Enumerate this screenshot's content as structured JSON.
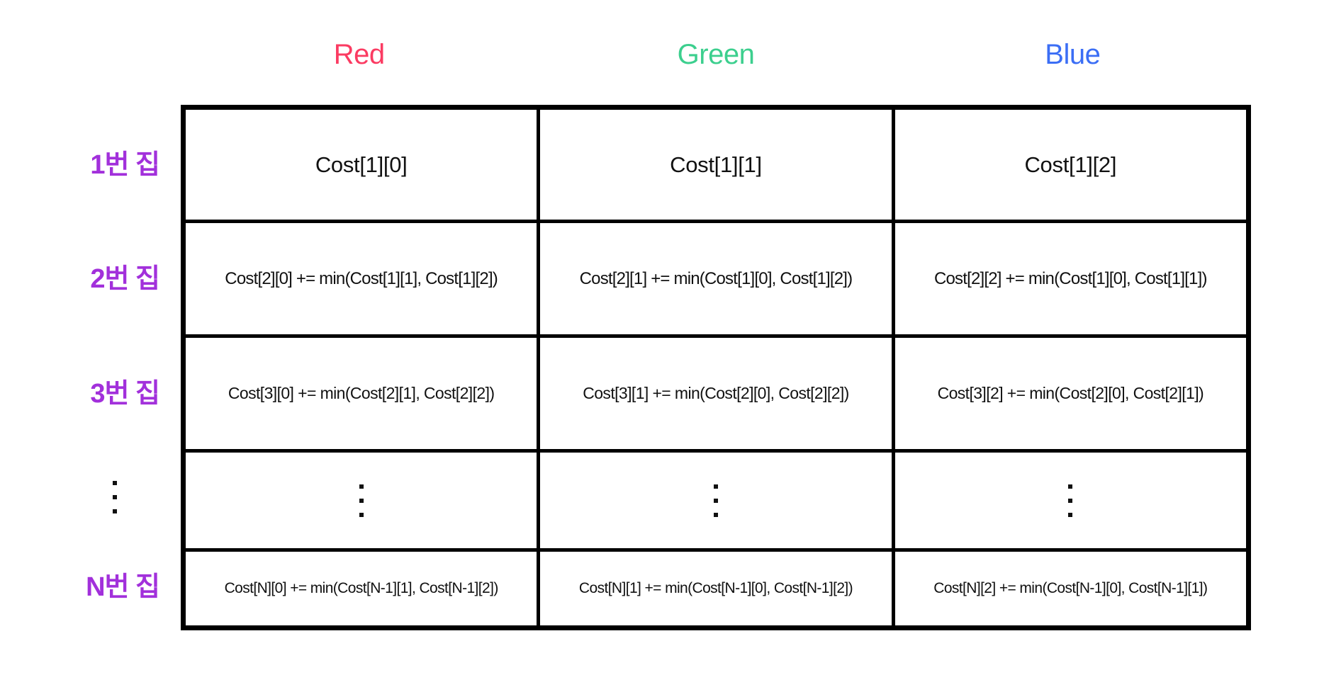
{
  "colors": {
    "red": "#fb3b62",
    "green": "#3ccf8e",
    "blue": "#3b6ef5",
    "row_label": "#a230db",
    "border": "#000000",
    "text": "#111111"
  },
  "headers": {
    "columns": [
      {
        "label": "Red",
        "icon": "red-color-label"
      },
      {
        "label": "Green",
        "icon": "green-color-label"
      },
      {
        "label": "Blue",
        "icon": "blue-color-label"
      }
    ]
  },
  "row_labels": [
    {
      "label": "1번 집"
    },
    {
      "label": "2번 집"
    },
    {
      "label": "3번 집"
    },
    {
      "label": "⋮"
    },
    {
      "label": "N번 집"
    }
  ],
  "table": {
    "rows": [
      {
        "id": "house-1",
        "cells": [
          "Cost[1][0]",
          "Cost[1][1]",
          "Cost[1][2]"
        ]
      },
      {
        "id": "house-2",
        "cells": [
          "Cost[2][0] += min(Cost[1][1], Cost[1][2])",
          "Cost[2][1] += min(Cost[1][0], Cost[1][2])",
          "Cost[2][2] += min(Cost[1][0], Cost[1][1])"
        ]
      },
      {
        "id": "house-3",
        "cells": [
          "Cost[3][0] += min(Cost[2][1], Cost[2][2])",
          "Cost[3][1] += min(Cost[2][0], Cost[2][2])",
          "Cost[3][2] += min(Cost[2][0], Cost[2][1])"
        ]
      },
      {
        "id": "house-ellipsis",
        "cells": [
          "⋮",
          "⋮",
          "⋮"
        ]
      },
      {
        "id": "house-n",
        "cells": [
          "Cost[N][0] += min(Cost[N-1][1], Cost[N-1][2])",
          "Cost[N][1] += min(Cost[N-1][0], Cost[N-1][2])",
          "Cost[N][2] += min(Cost[N-1][0], Cost[N-1][1])"
        ]
      }
    ]
  }
}
